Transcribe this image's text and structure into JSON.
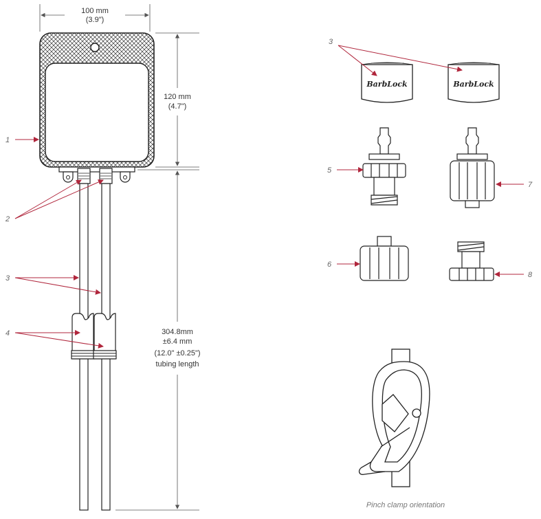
{
  "dimensions": {
    "width_mm": "100 mm",
    "width_in": "(3.9\")",
    "height_mm": "120 mm",
    "height_in": "(4.7\")",
    "tube_line1": "304.8mm",
    "tube_line2": "±6.4 mm",
    "tube_line3": "(12.0\" ±0.25\")",
    "tube_line4": "tubing length"
  },
  "callouts": {
    "c1": "1",
    "c2": "2",
    "c3_left": "3",
    "c4": "4",
    "c3_right": "3",
    "c5": "5",
    "c6": "6",
    "c7": "7",
    "c8": "8"
  },
  "brand": "BarbLock",
  "caption": "Pinch clamp orientation",
  "colors": {
    "line": "#222222",
    "callout_arrow": "#b0263c",
    "dimension": "#555555"
  }
}
